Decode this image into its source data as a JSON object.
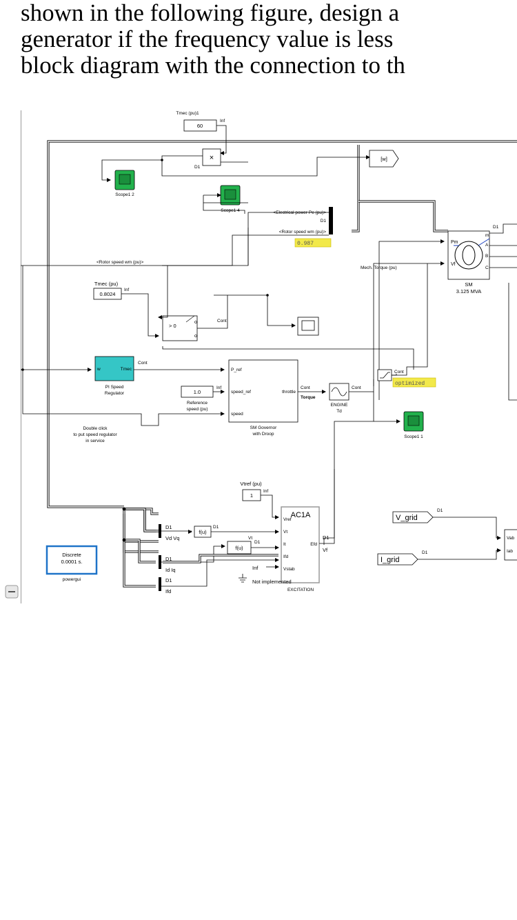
{
  "question": {
    "lines": [
      "shown in the following figure, design a",
      "generator if the frequency value is less",
      "block diagram with the connection to th"
    ]
  },
  "diagram": {
    "tmec_pu1": {
      "name": "Tmec (pu)1",
      "value": "60",
      "tag": "Inf"
    },
    "product_block": {
      "symbol": "×",
      "tag": "D1"
    },
    "goto_w": "[w]",
    "scopes": {
      "scope12": "Scope1 2",
      "scope14": "Scope1 4",
      "scope11": "Scope1 1"
    },
    "bus_selector": {
      "electrical_power": "<Electrical power  Pe (pu)>",
      "rotor_speed": "<Rotor speed  wm  (pu)>",
      "tag": "D1",
      "display_value": "0.987"
    },
    "rotor_speed_line": "<Rotor speed  wm  (pu)>",
    "mech_torque_line": "Mech. Torque (pu)",
    "sm": {
      "name": "SM",
      "rating": "3.125 MVA",
      "ports_in": [
        "Pm",
        "Vf"
      ],
      "ports_out": [
        "m",
        "A",
        "B",
        "C"
      ],
      "tag": "D1"
    },
    "tmec_pu": {
      "name": "Tmec (pu)",
      "value": "0.8024",
      "tag": "Inf"
    },
    "switch": {
      "criteria": "> 0",
      "tag": "Cont"
    },
    "pi_regulator": {
      "name_line1": "PI Speed",
      "name_line2": "Regulator",
      "in": "w",
      "out": "Tmec",
      "tag": "Cont"
    },
    "reference_speed": {
      "value": "1.0",
      "label_line1": "Reference",
      "label_line2": "speed (pu)",
      "tag": "Inf"
    },
    "governor": {
      "ports_in": [
        "P_ref",
        "speed_ref",
        "speed"
      ],
      "port_out": "throttle",
      "name_line1": "SM Governor",
      "name_line2": "with Droop",
      "tag_out": "Cont",
      "torque_label": "Torque"
    },
    "engine": {
      "name": "ENGINE",
      "sub": "Td",
      "tag": "Cont"
    },
    "saturation": {
      "tag": "Cont",
      "display_value": "optimized"
    },
    "double_click_note": [
      "Double click",
      "to put speed regulator",
      "in service"
    ],
    "vtref": {
      "name": "Vtref (pu)",
      "value": "1",
      "tag": "Inf"
    },
    "excitation": {
      "title": "AC1A",
      "ports_in": [
        "Vref",
        "Vt",
        "It",
        "Ifd",
        "Vstab"
      ],
      "port_out": "Efd",
      "name": "EXCITATION",
      "out_tag": "D1",
      "out_label": "Vf"
    },
    "fcn1": {
      "label": "f(u)",
      "tag": "D1"
    },
    "fcn2": {
      "label": "f(u)",
      "tag": "D1",
      "signal": "Vt"
    },
    "selectors": [
      {
        "tag": "D1",
        "label": "Vd Vq"
      },
      {
        "tag": "D1",
        "label": "Id Iq"
      },
      {
        "tag": "D1",
        "label": "Ifd"
      }
    ],
    "inf_const": "Inf",
    "not_implemented": "Not implemented",
    "powergui": {
      "mode": "Discrete",
      "sample": "0.0001 s.",
      "name": "powergui"
    },
    "v_grid": {
      "label": "V_grid",
      "tag": "D1"
    },
    "i_grid": {
      "label": "I_grid",
      "tag": "D1"
    },
    "measurement_ports": [
      "Vab",
      "Iab"
    ]
  },
  "colors": {
    "scope_green": "#22b14c",
    "pi_block": "#35c6c6",
    "display_yellow": "#f2e94a",
    "powergui_blue": "#1e73c8",
    "sm_port_blue": "#1a3fbf"
  }
}
